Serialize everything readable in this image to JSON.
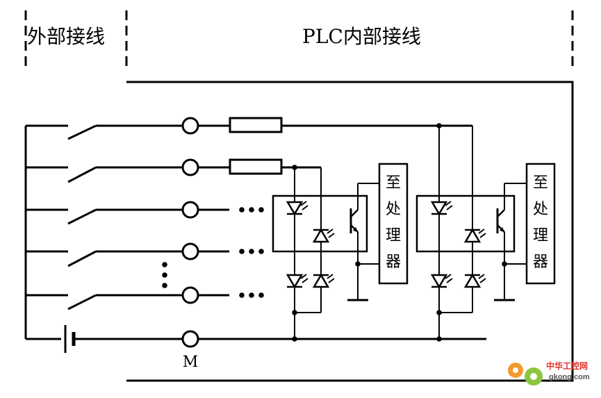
{
  "header": {
    "left_label": "外部接线",
    "right_label": "PLC内部接线"
  },
  "terminal_label": "M",
  "processor_label_chars": [
    "至",
    "处",
    "理",
    "器"
  ],
  "watermark": {
    "text": "中华工控网",
    "url": "gkong.com"
  },
  "colors": {
    "ink": "#000000",
    "background": "#ffffff",
    "watermark_orange": "#f29a2e",
    "watermark_green": "#8cc63f",
    "watermark_red": "#e0312b"
  }
}
